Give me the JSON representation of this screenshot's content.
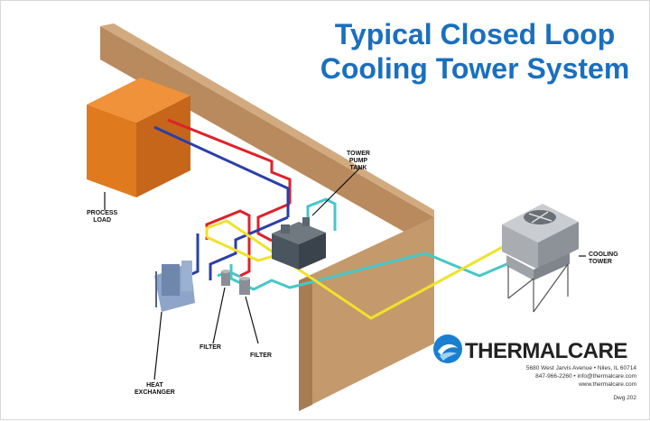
{
  "title": {
    "line1": "Typical Closed Loop",
    "line2": "Cooling Tower System"
  },
  "labels": {
    "process_load": [
      "PROCESS",
      "LOAD"
    ],
    "tower_pump_tank": [
      "TOWER",
      "PUMP",
      "TANK"
    ],
    "cooling_tower": [
      "COOLING",
      "TOWER"
    ],
    "heat_exchanger": [
      "HEAT",
      "EXCHANGER"
    ],
    "filter_1": "FILTER",
    "filter_2": "FILTER"
  },
  "brand": {
    "name": "THERMALCARE",
    "address": "5680 West Jarvis Avenue • Niles, IL 60714",
    "contact": "847-966-2260 • info@thermalcare.com",
    "website": "www.thermalcare.com",
    "drawing": "Dwg 202"
  },
  "colors": {
    "title": "#1a6fbf",
    "wall": "#c49a6c",
    "process_load": "#e07a1e",
    "pipe_red": "#e0202a",
    "pipe_blue": "#2a3fa8",
    "pipe_yellow": "#f0e22a",
    "pipe_cyan": "#48c6c8",
    "brand_blue": "#1a7fd0"
  }
}
